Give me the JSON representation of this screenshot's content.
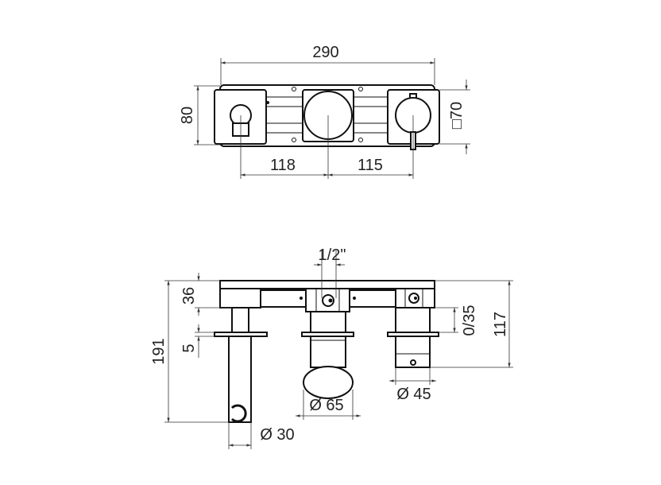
{
  "top_view": {
    "dim_width": "290",
    "dim_height": "80",
    "dim_square": "□70",
    "dim_left_center": "118",
    "dim_center_right": "115"
  },
  "side_view": {
    "dim_pipe": "1/2\"",
    "dim_plate_depth": "36",
    "dim_flange": "5",
    "dim_total_depth": "191",
    "dim_adjust": "0/35",
    "dim_right_depth": "117",
    "dim_right_diameter": "Ø 45",
    "dim_center_diameter": "Ø 65",
    "dim_spout_diameter": "Ø 30"
  }
}
